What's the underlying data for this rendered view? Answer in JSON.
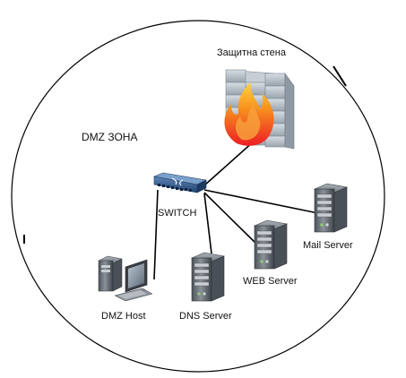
{
  "diagram": {
    "zone_label": "DMZ ЗОНА",
    "nodes": {
      "firewall": {
        "label": "Защитна стена",
        "icon": "firewall-icon"
      },
      "switch": {
        "label": "SWITCH",
        "icon": "network-switch-icon"
      },
      "mail_server": {
        "label": "Mail Server",
        "icon": "server-tower-icon"
      },
      "web_server": {
        "label": "WEB Server",
        "icon": "server-tower-icon"
      },
      "dns_server": {
        "label": "DNS Server",
        "icon": "server-tower-icon"
      },
      "dmz_host": {
        "label": "DMZ Host",
        "icon": "workstation-icon"
      }
    },
    "connections": [
      [
        "switch",
        "firewall"
      ],
      [
        "switch",
        "mail_server"
      ],
      [
        "switch",
        "web_server"
      ],
      [
        "switch",
        "dns_server"
      ],
      [
        "switch",
        "dmz_host"
      ]
    ],
    "colors": {
      "boundary": "#000000",
      "line": "#000000",
      "switch_body": "#3a5f8f",
      "brick": "#b9c2cc",
      "flame_outer": "#f7931e",
      "flame_inner": "#ed1c24",
      "server_body": "#6d747c"
    }
  }
}
